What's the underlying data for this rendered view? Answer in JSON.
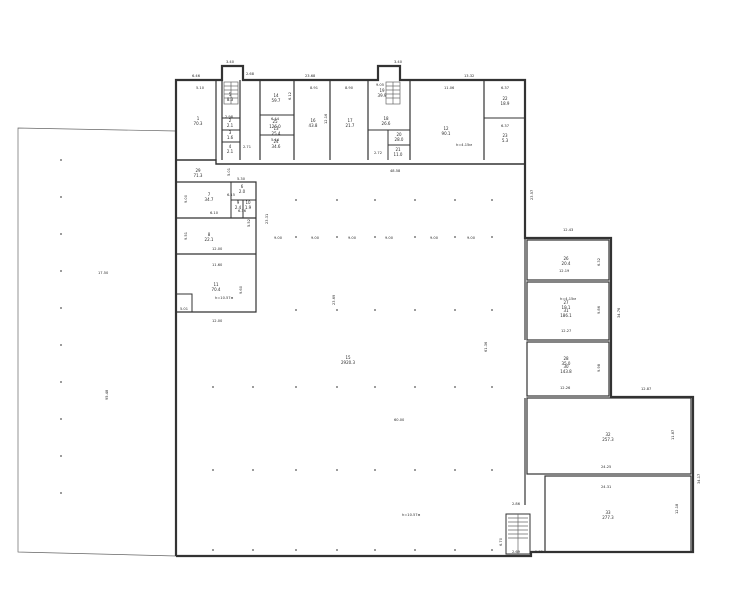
{
  "plan": {
    "outer_dimensions": {
      "top_left_offset": "6.46",
      "top_stair_left": "3.40",
      "top_mid": "23.68",
      "top_stair_right": "3.40",
      "top_right": "13.32",
      "right_upper": "23.57",
      "right_mid": "34.76",
      "right_step": "12.87",
      "right_lower": "34.17",
      "inner_width_upper": "48.58",
      "inner_width_lower": "60.00",
      "inner_height": "61.36",
      "left_wing_width": "17.50",
      "left_wing_height": "95.48",
      "left_block_width": "12.00",
      "left_block_height": "23.31",
      "right_bay_a": "12.43",
      "right_bay_b": "12.19",
      "right_bay_c": "12.27",
      "right_bay_d": "12.26",
      "large_lower_a": "24.25",
      "large_lower_b": "24.31",
      "stair_bottom": "2.86",
      "span_9": "9.00",
      "mid_span": "23.69"
    },
    "height_notes": {
      "upper_right": "h=4.15м",
      "main_hall": "h=10.57м",
      "left_block": "h=10.57м",
      "right_bay": "h=4.15м"
    },
    "rooms": [
      {
        "id": "r1",
        "num": "1",
        "area": "70.3"
      },
      {
        "id": "r2",
        "num": "2",
        "area": "2.1"
      },
      {
        "id": "r3",
        "num": "3",
        "area": "1.6"
      },
      {
        "id": "r4",
        "num": "4",
        "area": "2.1"
      },
      {
        "id": "r5",
        "num": "5",
        "area": "8.3"
      },
      {
        "id": "r6",
        "num": "6",
        "area": "2.0"
      },
      {
        "id": "r7",
        "num": "7",
        "area": "34.7"
      },
      {
        "id": "r8",
        "num": "8",
        "area": "22.1"
      },
      {
        "id": "r9",
        "num": "9",
        "area": "2.4"
      },
      {
        "id": "r10",
        "num": "10",
        "area": "1.9"
      },
      {
        "id": "r11",
        "num": "11",
        "area": "70.4"
      },
      {
        "id": "r12",
        "num": "12",
        "area": "90.1"
      },
      {
        "id": "r13",
        "num": "13",
        "area": "25.4"
      },
      {
        "id": "r14",
        "num": "14",
        "area": "59.7"
      },
      {
        "id": "r15",
        "num": "15",
        "area": "2920.3"
      },
      {
        "id": "r16",
        "num": "16",
        "area": "43.8"
      },
      {
        "id": "r17",
        "num": "17",
        "area": "21.7"
      },
      {
        "id": "r18",
        "num": "18",
        "area": "26.6"
      },
      {
        "id": "r19",
        "num": "19",
        "area": "39.9"
      },
      {
        "id": "r20",
        "num": "20",
        "area": "28.0"
      },
      {
        "id": "r21",
        "num": "21",
        "area": "11.0"
      },
      {
        "id": "r22",
        "num": "22",
        "area": "18.9"
      },
      {
        "id": "r23",
        "num": "23",
        "area": "5.3"
      },
      {
        "id": "r24",
        "num": "24",
        "area": "34.6"
      },
      {
        "id": "r25",
        "num": "25",
        "area": "126.0"
      },
      {
        "id": "r26",
        "num": "26",
        "area": "20.4"
      },
      {
        "id": "r27",
        "num": "27",
        "area": "19.1"
      },
      {
        "id": "r28",
        "num": "28",
        "area": "35.0"
      },
      {
        "id": "r29",
        "num": "29",
        "area": "71.3"
      },
      {
        "id": "r30",
        "num": "30",
        "area": "143.8"
      },
      {
        "id": "r31",
        "num": "31",
        "area": "186.1"
      },
      {
        "id": "r32",
        "num": "32",
        "area": "257.3"
      },
      {
        "id": "r33",
        "num": "33",
        "area": "277.3"
      }
    ],
    "inner_labels": {
      "a1": "5.10",
      "a2": "2.98",
      "a3": "2.71",
      "a4": "6.12",
      "a5": "2.68",
      "a6": "6.44",
      "a7": "5.44",
      "a8": "8.91",
      "a9": "8.90",
      "a10": "12.16",
      "a11": "2.72",
      "a12": "9.05",
      "a13": "11.06",
      "a14": "6.37",
      "a15": "6.37",
      "a16": "6.15",
      "a17": "5.30",
      "a18": "9.00",
      "a19": "5.01",
      "a20": "9.51",
      "a21": "6.36",
      "a22": "5.52",
      "a23": "6.10",
      "a24": "12.00",
      "a25": "11.60",
      "a26": "5.01",
      "a27": "9.60",
      "a28": "6.32",
      "a29": "9.86",
      "a30": "9.98",
      "a31": "11.87",
      "a32": "12.18",
      "a33": "6.70",
      "a34": "2.32",
      "a35": "2.69"
    }
  }
}
